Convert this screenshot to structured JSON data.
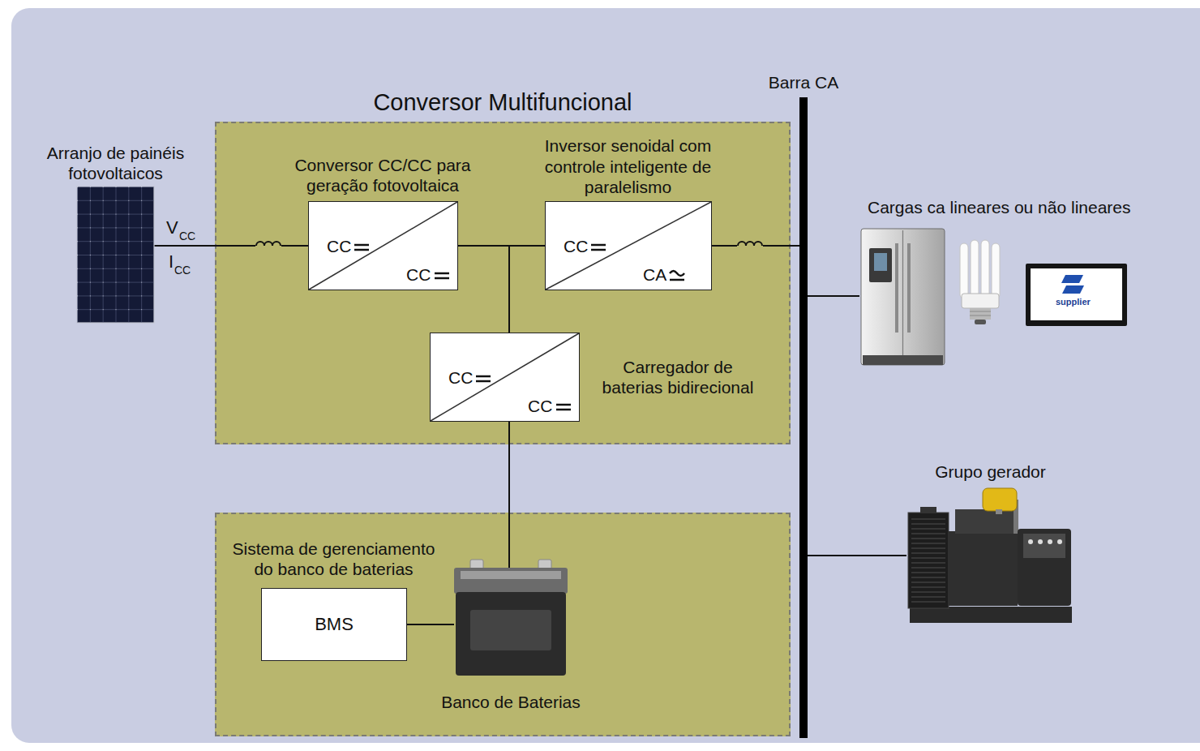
{
  "diagram": {
    "nodes": [
      {
        "text": [
          "Arranjo de painéis fotovoltaicos"
        ]
      },
      {
        "text": [
          "Conversor Multifuncional"
        ]
      },
      {
        "text": [
          "Conversor CC/CC para geração fotovoltaica",
          "CC",
          "CC"
        ],
        "in": 1
      },
      {
        "text": [
          "Inversor senoidal com controle inteligente de paralelismo",
          "CC",
          "CA"
        ],
        "in": 1
      },
      {
        "text": [
          "CC",
          "CC",
          "Carregador de baterias bidirecional"
        ],
        "in": 1
      },
      {
        "text": [
          "Barra CA"
        ]
      },
      {
        "text": [
          "Cargas ca lineares ou não lineares"
        ]
      },
      {
        "text": []
      },
      {
        "text": [
          "Sistema de gerenciamento do banco de baterias",
          "BMS"
        ],
        "in": 7
      },
      {
        "text": [
          "Banco de Baterias"
        ],
        "in": 7
      },
      {
        "text": [
          "Grupo gerador"
        ]
      }
    ],
    "edges": [
      {
        "from": 0,
        "to": 2,
        "arrow": "none"
      },
      {
        "from": 2,
        "to": 3,
        "arrow": "none"
      },
      {
        "from": 2,
        "to": 4,
        "arrow": "none"
      },
      {
        "from": 4,
        "to": 3,
        "arrow": "none"
      },
      {
        "from": 4,
        "to": 9,
        "arrow": "none"
      },
      {
        "from": 8,
        "to": 9,
        "arrow": "none"
      },
      {
        "from": 3,
        "to": 5,
        "arrow": "none"
      },
      {
        "from": 5,
        "to": 6,
        "arrow": "none"
      },
      {
        "from": 5,
        "to": 10,
        "arrow": "none"
      }
    ],
    "labels": [
      "V",
      "CC",
      "I",
      "CC",
      "supplier"
    ]
  }
}
